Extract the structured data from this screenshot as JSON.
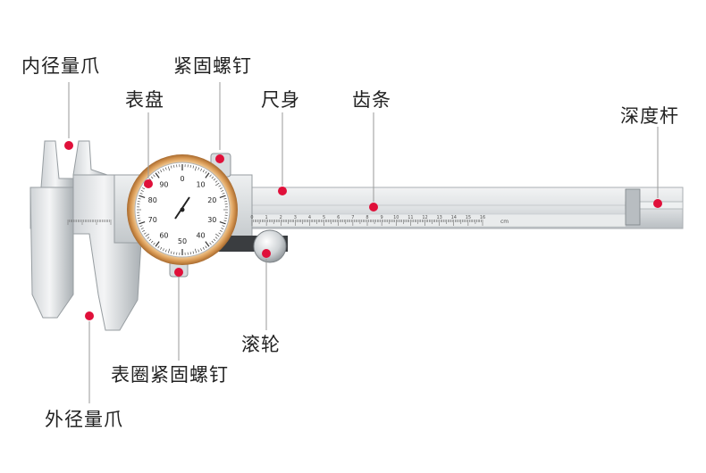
{
  "labels": {
    "inner_jaw": "内径量爪",
    "lock_screw": "紧固螺钉",
    "dial": "表盘",
    "main_scale": "尺身",
    "rack": "齿条",
    "depth_rod": "深度杆",
    "thumb_wheel": "滚轮",
    "bezel_lock_screw": "表圈紧固螺钉",
    "outer_jaw": "外径量爪"
  },
  "dial": {
    "numbers": [
      "0",
      "10",
      "20",
      "30",
      "40",
      "50",
      "60",
      "70",
      "80",
      "90"
    ]
  },
  "scale": {
    "numbers": [
      "0",
      "1",
      "2",
      "3",
      "4",
      "5",
      "6",
      "7",
      "8",
      "9",
      "10",
      "11",
      "12",
      "13",
      "14",
      "15",
      "16"
    ],
    "unit": "cm"
  },
  "colors": {
    "marker": "#e0103a",
    "steel_light": "#e4e6e8",
    "steel_dark": "#9aa0a5",
    "bezel": "#d9a060",
    "leader": "#9a9a9a"
  }
}
